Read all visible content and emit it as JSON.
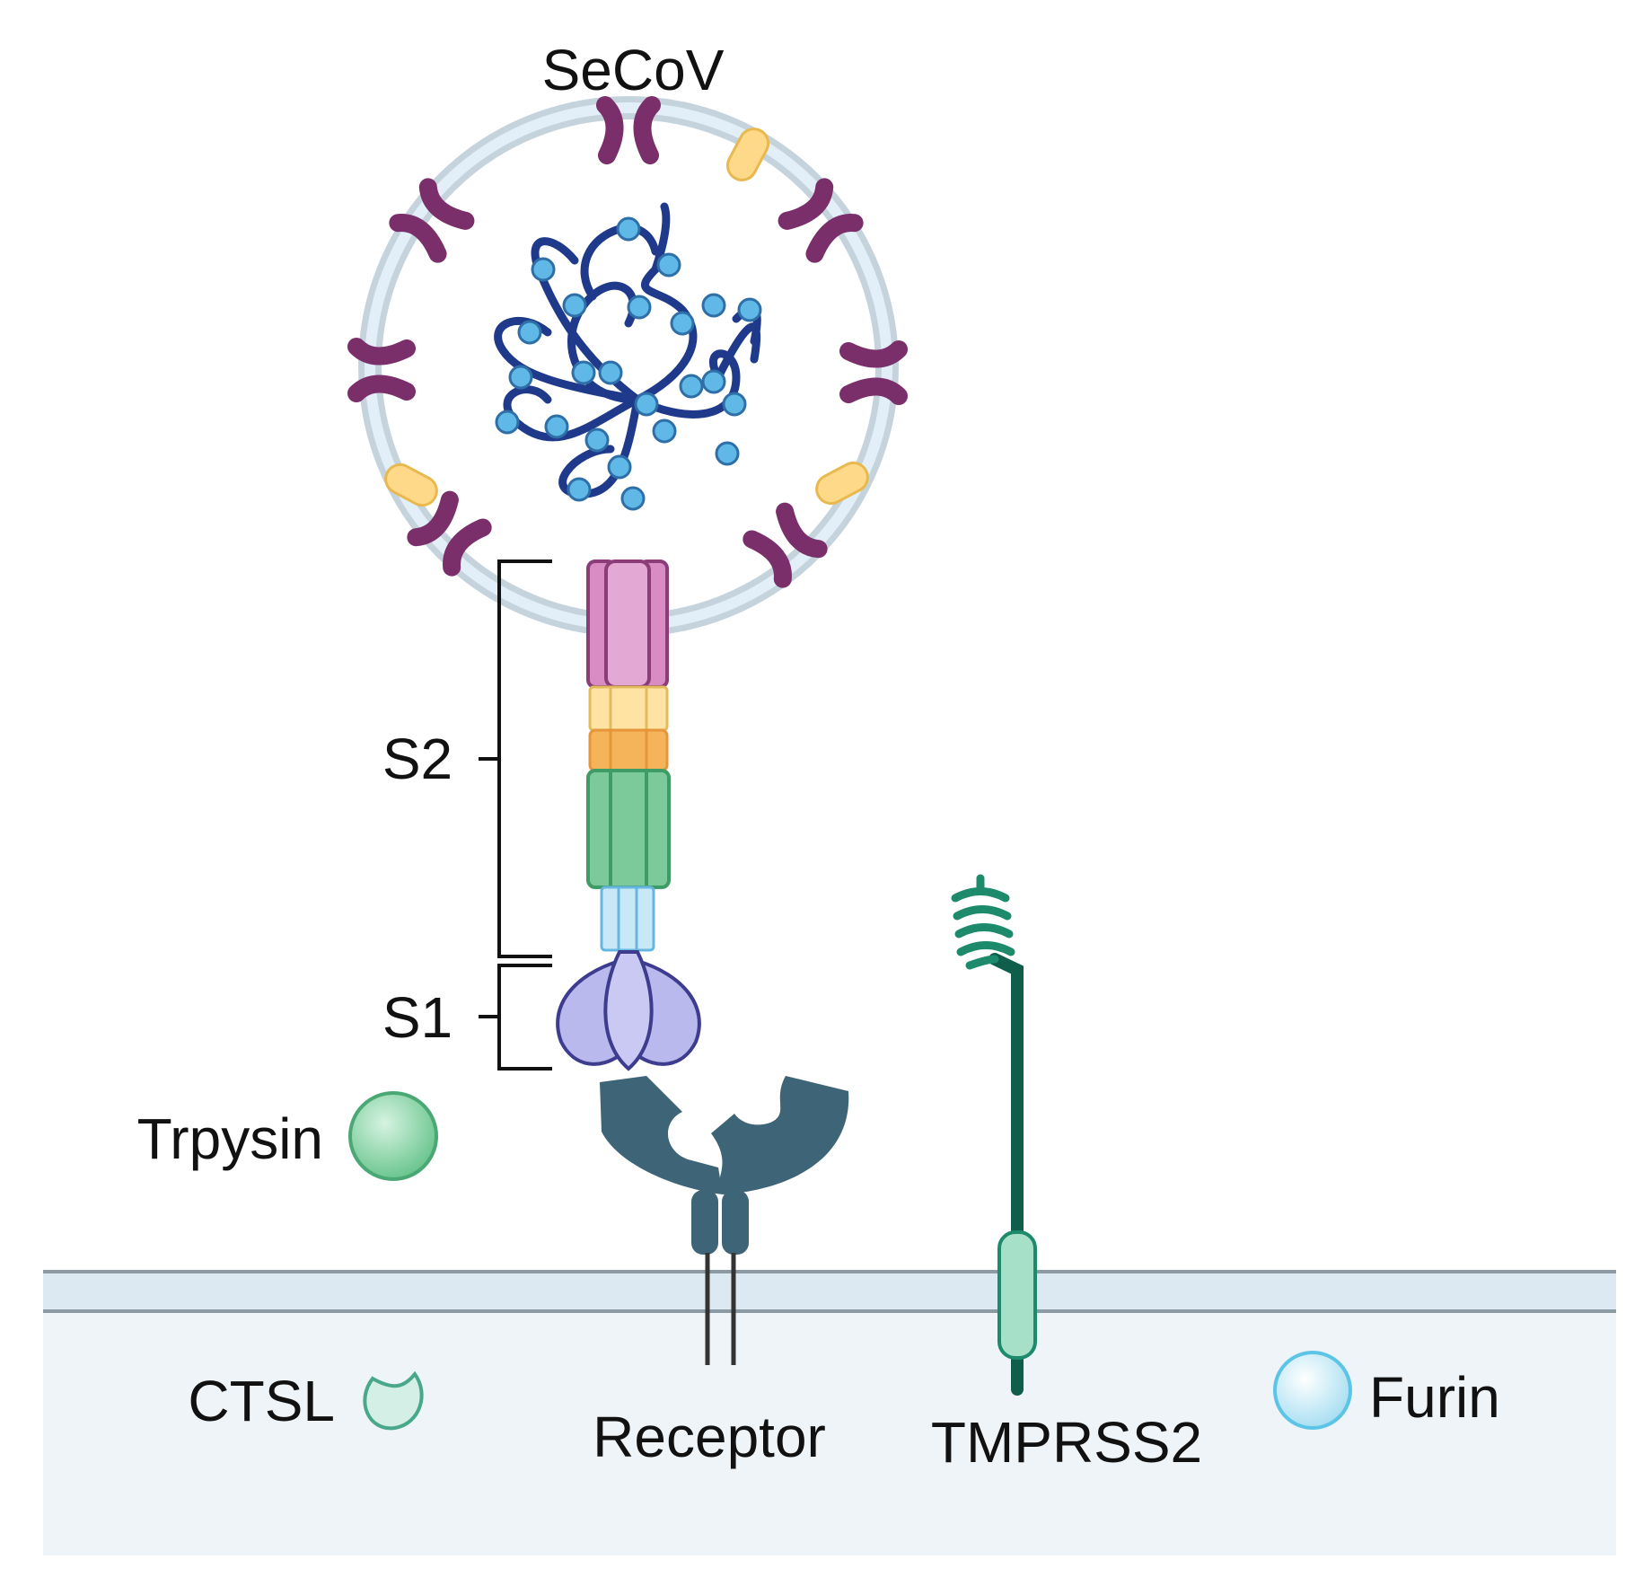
{
  "labels": {
    "virus": "SeCoV",
    "s2": "S2",
    "s1": "S1",
    "trypsin": "Trpysin",
    "ctsl": "CTSL",
    "receptor": "Receptor",
    "tmprss2": "TMPRSS2",
    "furin": "Furin"
  },
  "colors": {
    "envelope": "#c5d3dc",
    "envelope_fill": "#e3eff8",
    "m_protein": "#7a2e6a",
    "e_protein": "#ffd98a",
    "rna": "#1f3a8a",
    "nucleocapsid": "#5fb8e6",
    "spike_pink": "#d98cc4",
    "spike_yellow": "#ffe3a3",
    "spike_orange": "#f5b45a",
    "spike_green": "#7cc99a",
    "spike_lightblue": "#c8e8f8",
    "spike_s1": "#b9b9ee",
    "receptor": "#3e6577",
    "tmprss2": "#0f5e4c",
    "trypsin": "#7fd1a1",
    "furin": "#c9ecf8",
    "ctsl": "#d3efe6",
    "membrane": "#dde9f2",
    "cytoplasm": "#eef4f8"
  }
}
